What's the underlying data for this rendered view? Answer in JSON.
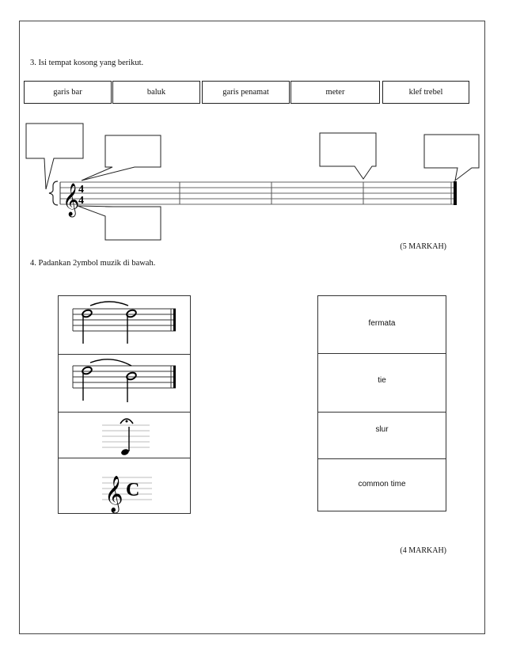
{
  "question3": {
    "text": "3.   Isi tempat kosong yang berikut.",
    "words": [
      "garis bar",
      "baluk",
      "garis penamat",
      "meter",
      "klef trebel"
    ],
    "marks": "(5 MARKAH)",
    "time_signature": {
      "top": "4",
      "bottom": "4"
    }
  },
  "question4": {
    "text": "4.   Padankan 2ymbol muzik di bawah.",
    "terms": [
      "fermata",
      "tie",
      "slur",
      "common time"
    ],
    "marks": "(4 MARKAH)",
    "common_time_symbol": "C"
  }
}
